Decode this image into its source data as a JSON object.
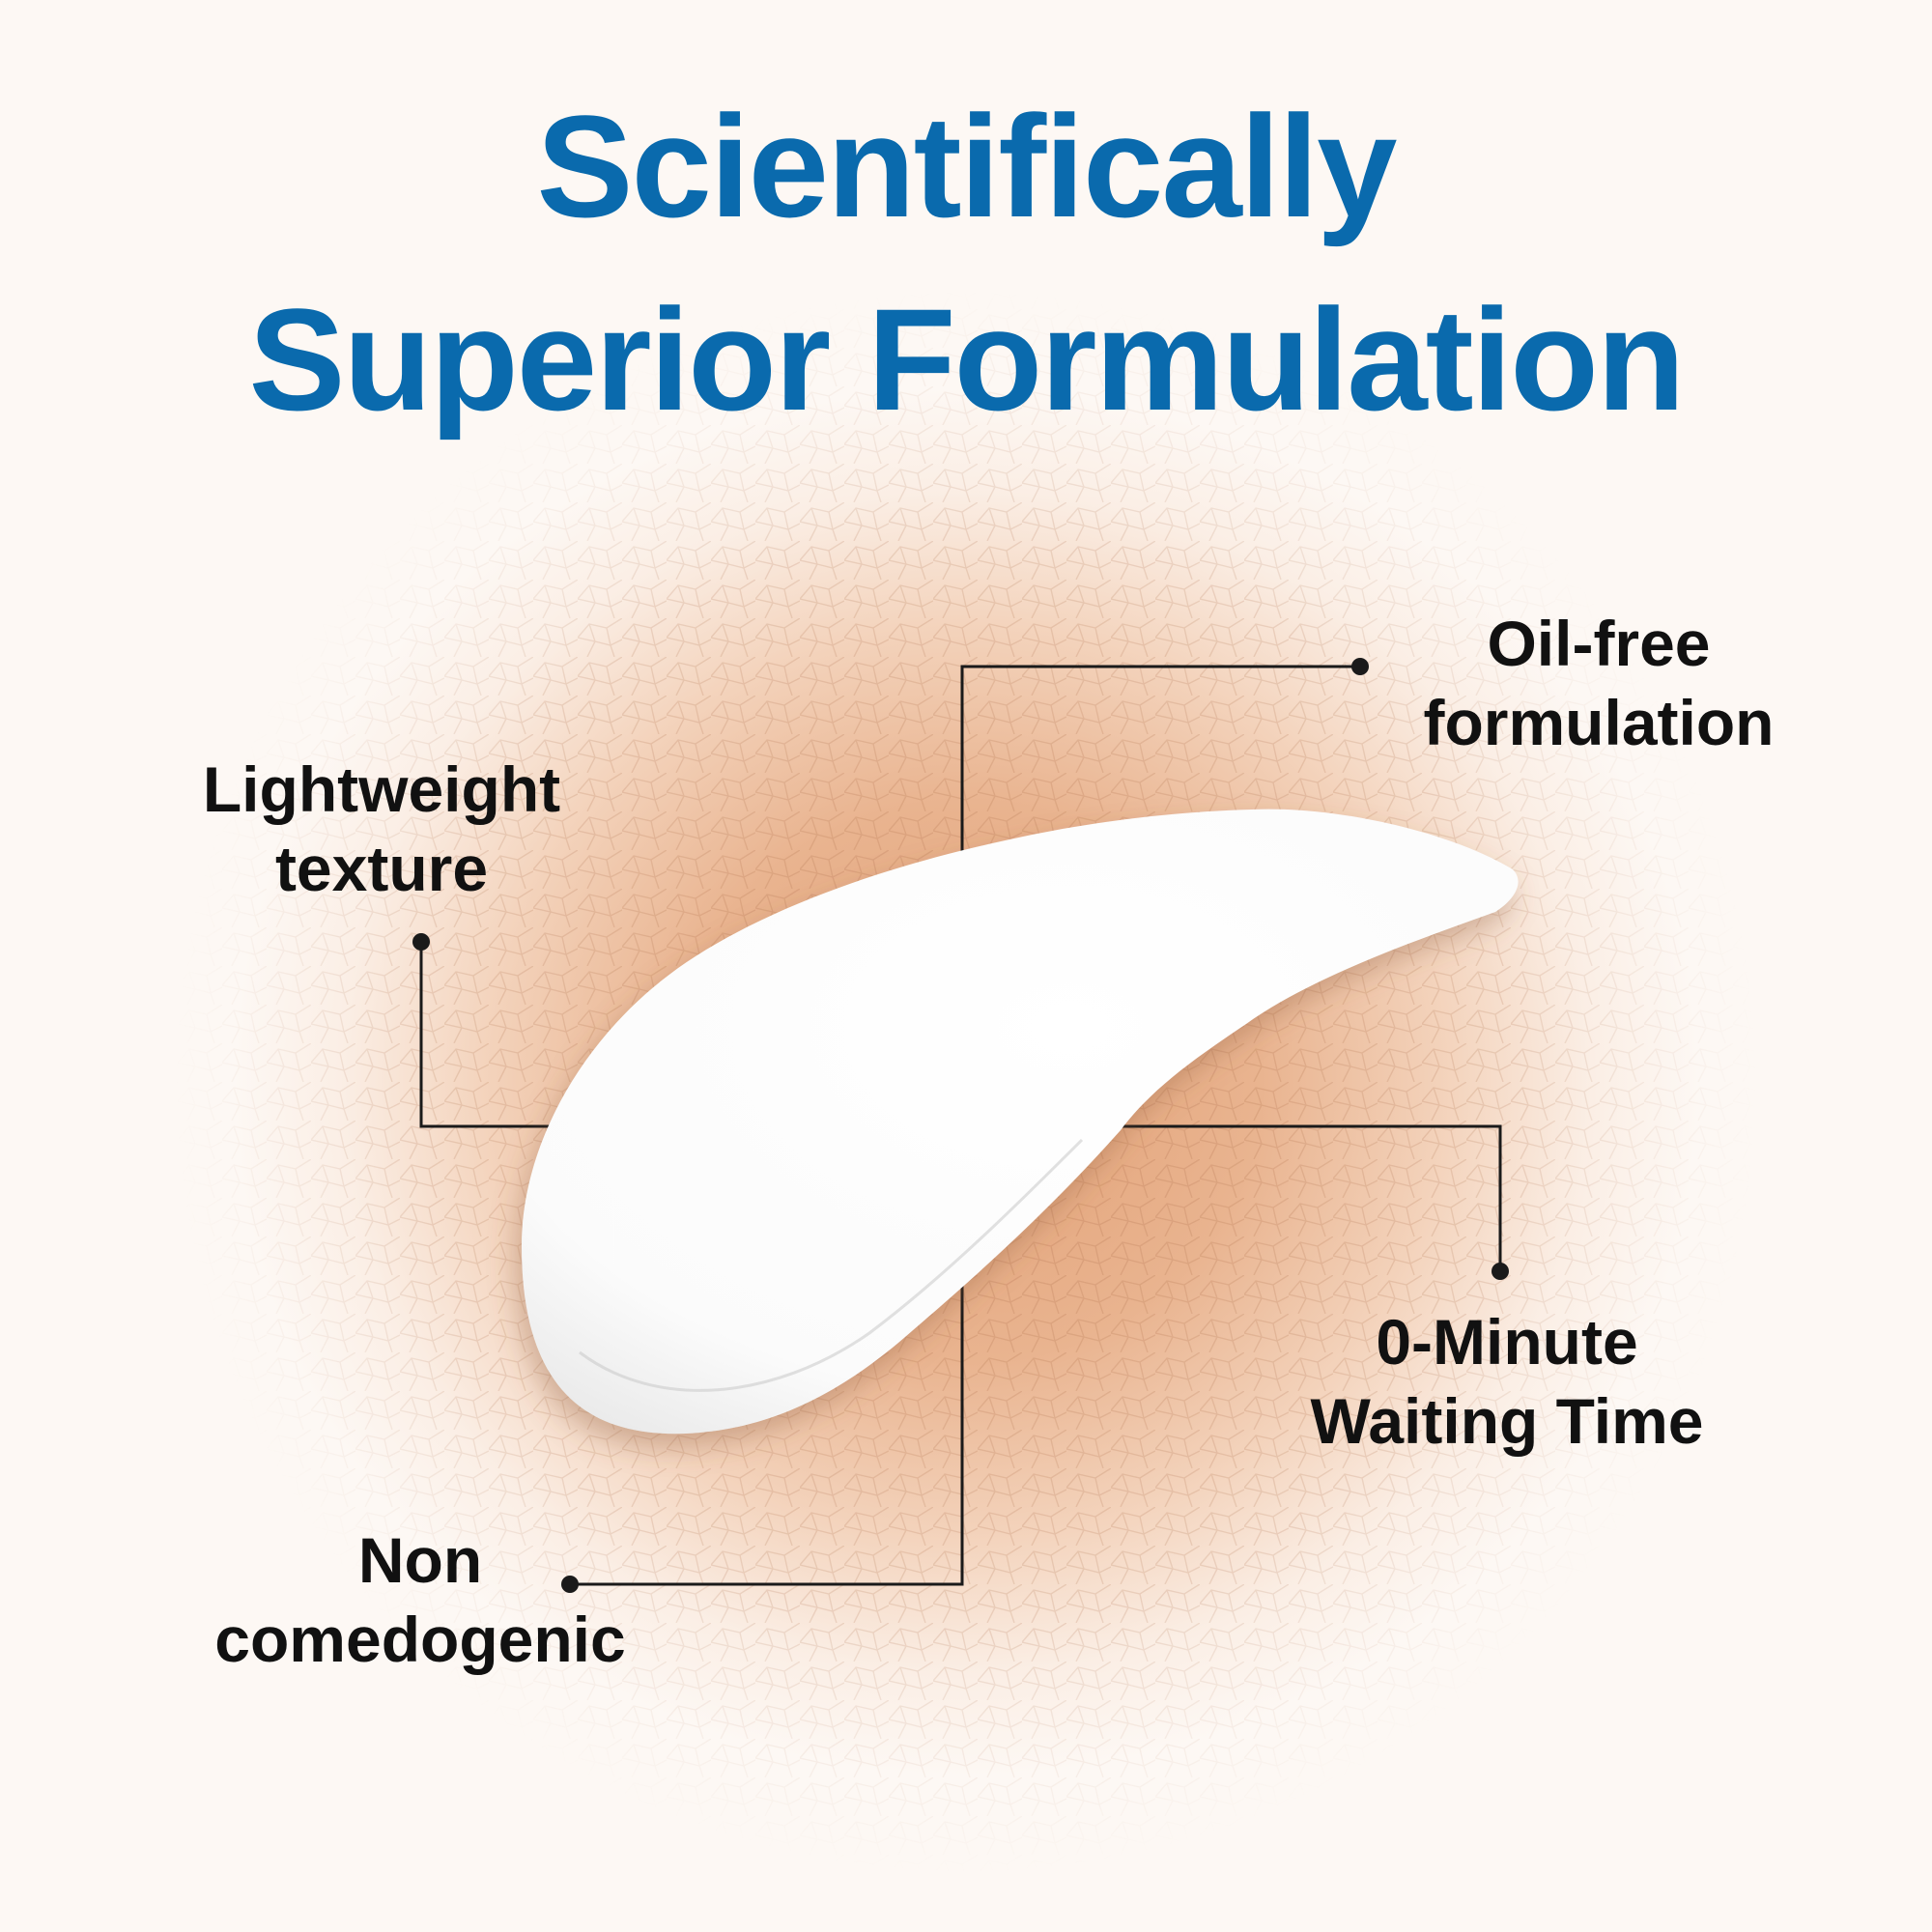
{
  "title": {
    "line1": "Scientifically",
    "line2": "Superior Formulation"
  },
  "features": {
    "oil_free": {
      "line1": "Oil-free",
      "line2": "formulation"
    },
    "lightweight": {
      "line1": "Lightweight",
      "line2": "texture"
    },
    "waiting_time": {
      "line1": "0-Minute",
      "line2": "Waiting Time"
    },
    "non_comedogenic": {
      "line1": "Non",
      "line2": "comedogenic"
    }
  },
  "colors": {
    "title": "#0a6aad",
    "labels": "#111111",
    "skin": "#e2a176",
    "cream": "#ffffff"
  }
}
